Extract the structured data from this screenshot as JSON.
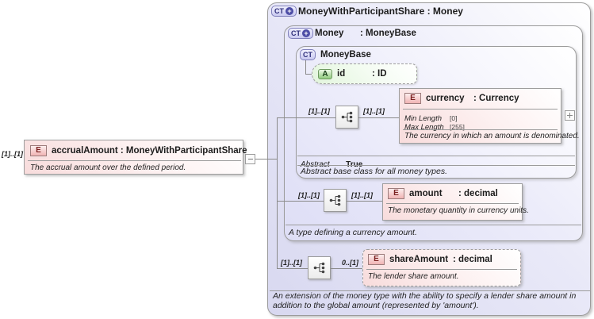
{
  "accrual_element": {
    "cardinality": "[1]..[1]",
    "badge": "E",
    "title": "accrualAmount : MoneyWithParticipantShare",
    "description": "The accrual amount over the defined period."
  },
  "outer_type": {
    "badge": "CT",
    "title": "MoneyWithParticipantShare : Money",
    "footer": "An extension of the money type with the ability to specify a lender share amount in addition to the global amount (represented by 'amount')."
  },
  "money_type": {
    "badge": "CT",
    "name": "Money",
    "base": ": MoneyBase",
    "footer": "A type defining a currency amount."
  },
  "moneybase_type": {
    "badge": "CT",
    "name": "MoneyBase",
    "abstract_label": "Abstract",
    "abstract_value": "True",
    "footer": "Abstract base class for all money types."
  },
  "id_attribute": {
    "badge": "A",
    "name": "id",
    "type": ": ID"
  },
  "currency_element": {
    "badge": "E",
    "name": "currency",
    "type": ": Currency",
    "card_left": "[1]..[1]",
    "card_right": "[1]..[1]",
    "facet_min_label": "Min Length",
    "facet_min_value": "[0]",
    "facet_max_label": "Max Length",
    "facet_max_value": "[255]",
    "description": "The currency in which an amount is denominated."
  },
  "amount_element": {
    "badge": "E",
    "name": "amount",
    "type": ": decimal",
    "card_left": "[1]..[1]",
    "card_right": "[1]..[1]",
    "description": "The monetary quantity in currency units."
  },
  "share_element": {
    "badge": "E",
    "name": "shareAmount",
    "type": ": decimal",
    "card_left": "[1]..[1]",
    "card_right": "0..[1]",
    "description": "The lender share amount."
  },
  "icons": {
    "plus": "+"
  }
}
